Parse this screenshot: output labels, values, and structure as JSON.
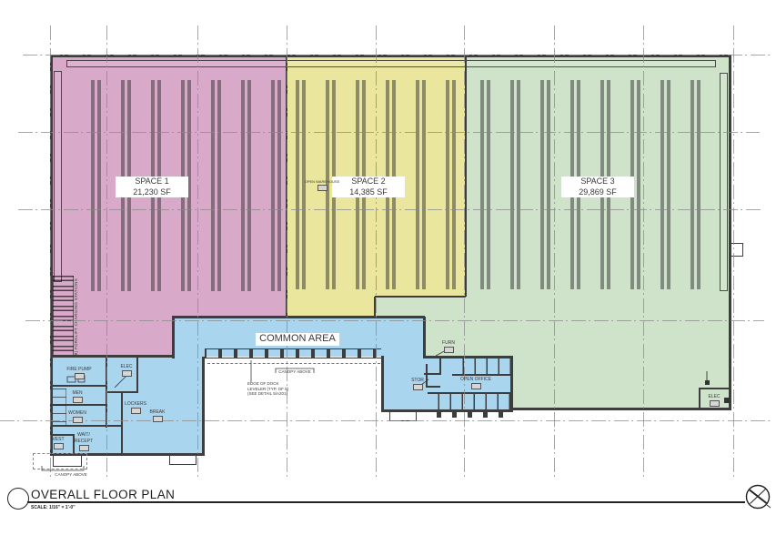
{
  "colors": {
    "space1_fill": "#d8a9c9",
    "space2_fill": "#eae69d",
    "space3_fill": "#cfe3ca",
    "common_fill": "#a9d5ee",
    "wall": "#3d3d3d",
    "grid": "#8a8a8a",
    "text": "#3a3a3a"
  },
  "plan": {
    "spaces": [
      {
        "name": "SPACE 1",
        "area": "21,230 SF"
      },
      {
        "name": "SPACE 2",
        "area": "14,385 SF"
      },
      {
        "name": "SPACE 3",
        "area": "29,869 SF"
      }
    ],
    "common_area_label": "COMMON AREA",
    "rooms": {
      "fire_pump": "FIRE PUMP",
      "elec_left": "ELEC",
      "men": "MEN",
      "women": "WOMEN",
      "lockers": "LOCKERS",
      "break_room": "BREAK",
      "wait_recept": "WAIT/\nRECEPT",
      "vest": "VEST",
      "furn": "FURN",
      "stor": "STOR",
      "open_office": "OPEN OFFICE",
      "elec_right": "ELEC",
      "open_warehouse": "OPEN WAREHOUSE"
    },
    "annotations": {
      "forklift_stations": "(8) FORKLIFT CHARGING STATIONS",
      "canopy_above_dock": "CANOPY ABOVE",
      "canopy_above_entry": "CANOPY ABOVE",
      "dock_leveler_note": "EDGE OF DOCK\nLEVELER (TYP. OF 8)\n(SEE DETAIL 5/A201)"
    }
  },
  "title_block": {
    "title": "OVERALL FLOOR PLAN",
    "scale": "SCALE: 1/16\" = 1'-0\""
  }
}
